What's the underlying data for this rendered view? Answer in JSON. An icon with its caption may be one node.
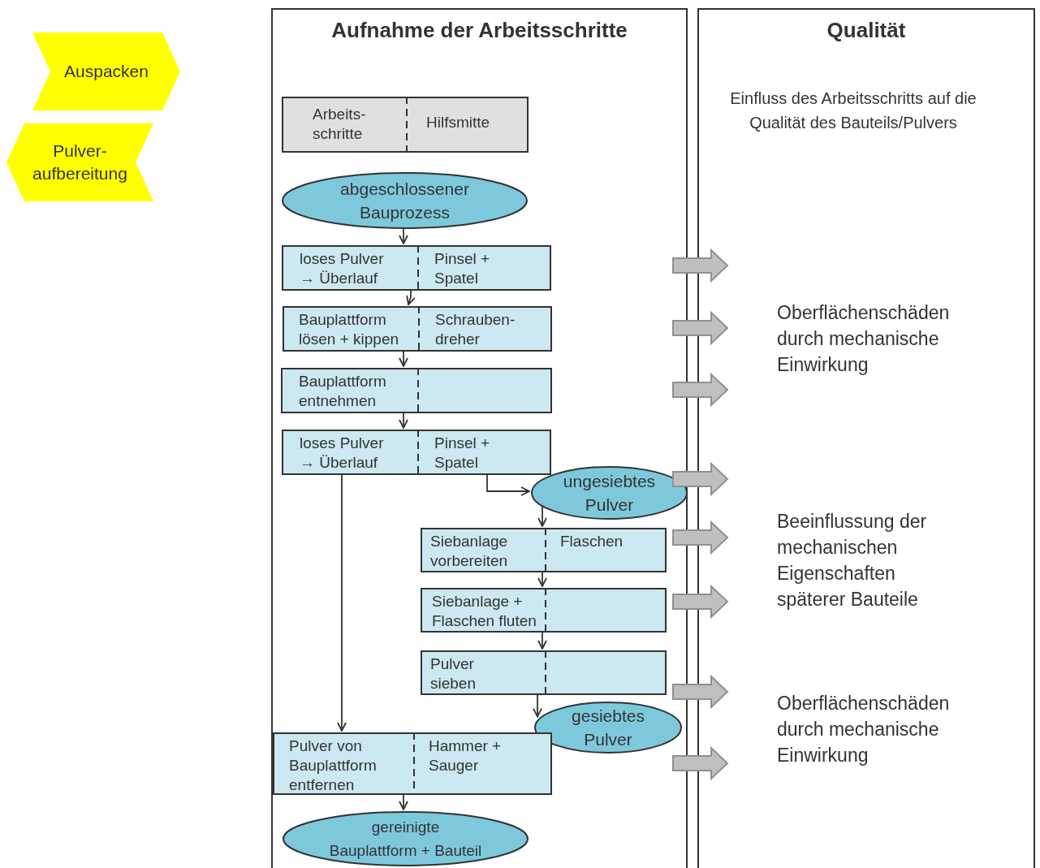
{
  "diagram": {
    "nodes": [
      {
        "text": [
          "Auspacken"
        ]
      },
      {
        "text": [
          "Pulver- aufbereitung"
        ]
      },
      {
        "text": [
          "Aufnahme der Arbeitsschritte"
        ]
      },
      {
        "text": [
          "Qualität"
        ]
      },
      {
        "text": [
          "Arbeits- schritte",
          "Hilfsmitte"
        ],
        "in": 2
      },
      {
        "text": [
          "abgeschlossener Bauprozess"
        ],
        "in": 2
      },
      {
        "text": [
          "loses Pulver → Überlauf",
          "Pinsel + Spatel"
        ],
        "in": 2
      },
      {
        "text": [
          "Bauplattform lösen + kippen",
          "Schrauben- dreher"
        ],
        "in": 2
      },
      {
        "text": [
          "Bauplattform entnehmen"
        ],
        "in": 2
      },
      {
        "text": [
          "loses Pulver → Überlauf",
          "Pinsel + Spatel"
        ],
        "in": 2
      },
      {
        "text": [
          "ungesiebtes Pulver"
        ],
        "in": 2
      },
      {
        "text": [
          "Siebanlage vorbereiten",
          "Flaschen"
        ],
        "in": 2
      },
      {
        "text": [
          "Siebanlage + Flaschen fluten"
        ],
        "in": 2
      },
      {
        "text": [
          "Pulver sieben"
        ],
        "in": 2
      },
      {
        "text": [
          "gesiebtes Pulver"
        ],
        "in": 2
      },
      {
        "text": [
          "Pulver von Bauplattform entfernen",
          "Hammer + Sauger"
        ],
        "in": 2
      },
      {
        "text": [
          "gereinigte Bauplattform + Bauteil"
        ],
        "in": 2
      }
    ],
    "edges": [
      {
        "from": 5,
        "to": 6,
        "arrow": "to"
      },
      {
        "from": 6,
        "to": 7,
        "arrow": "to"
      },
      {
        "from": 7,
        "to": 8,
        "arrow": "to"
      },
      {
        "from": 8,
        "to": 9,
        "arrow": "to"
      },
      {
        "from": 9,
        "to": 10,
        "arrow": "to"
      },
      {
        "from": 10,
        "to": 11,
        "arrow": "to"
      },
      {
        "from": 11,
        "to": 12,
        "arrow": "to"
      },
      {
        "from": 12,
        "to": 13,
        "arrow": "to"
      },
      {
        "from": 13,
        "to": 14,
        "arrow": "to"
      },
      {
        "from": 9,
        "to": 15,
        "arrow": "to"
      },
      {
        "from": 15,
        "to": 16,
        "arrow": "to"
      },
      {
        "from": 2,
        "to": null,
        "arrow": "to",
        "style": "thick",
        "color": "#bfbfbf"
      },
      {
        "from": 2,
        "to": null,
        "arrow": "to",
        "style": "thick",
        "color": "#bfbfbf"
      },
      {
        "from": 2,
        "to": null,
        "arrow": "to",
        "style": "thick",
        "color": "#bfbfbf"
      },
      {
        "from": 2,
        "to": null,
        "arrow": "to",
        "style": "thick",
        "color": "#bfbfbf"
      },
      {
        "from": 2,
        "to": null,
        "arrow": "to",
        "style": "thick",
        "color": "#bfbfbf"
      },
      {
        "from": 2,
        "to": null,
        "arrow": "to",
        "style": "thick",
        "color": "#bfbfbf"
      },
      {
        "from": 2,
        "to": null,
        "arrow": "to",
        "style": "thick",
        "color": "#bfbfbf"
      },
      {
        "from": 2,
        "to": null,
        "arrow": "to",
        "style": "thick",
        "color": "#bfbfbf"
      }
    ],
    "labels": [
      "Einfluss des Arbeitsschritts auf die Qualität des Bauteils/Pulvers",
      "Oberflächenschäden durch mechanische Einwirkung",
      "Beeinflussung der mechanischen Eigenschaften späterer Bauteile",
      "Oberflächenschäden durch mechanische Einwirkung"
    ]
  }
}
